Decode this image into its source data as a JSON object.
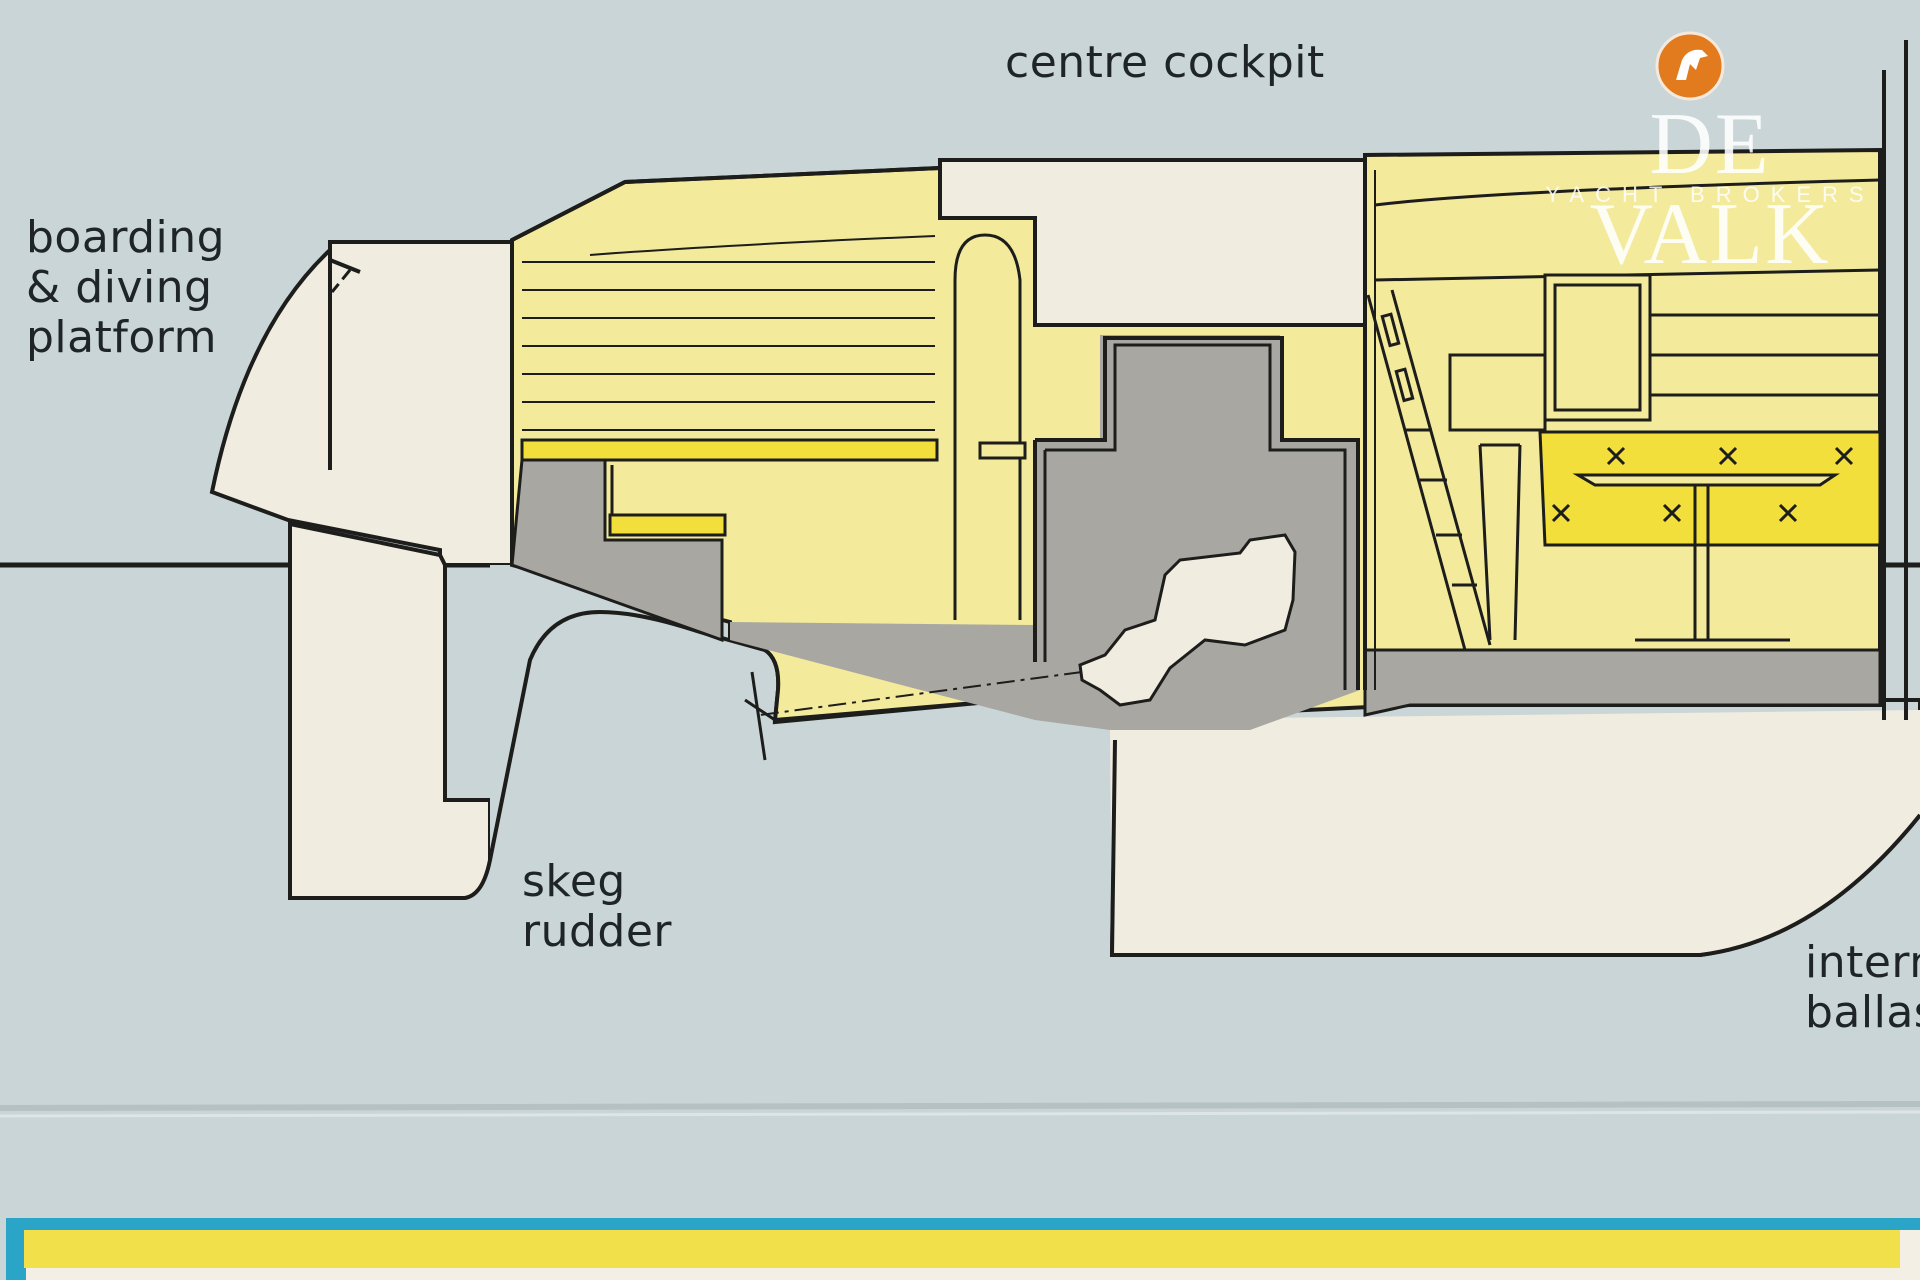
{
  "labels": {
    "boarding": [
      "boarding",
      "& diving",
      "platform"
    ],
    "cockpit": "centre cockpit",
    "skeg": [
      "skeg",
      "rudder"
    ],
    "ballast": [
      "intern",
      "ballas"
    ]
  },
  "watermark": {
    "name": "DE VALK",
    "subtitle": "YACHT BROKERS",
    "logo_icon": "horse-head-logo-icon"
  },
  "colors": {
    "background": "#c9d5d6",
    "hull_cream": "#f1ece0",
    "interior_yellow": "#f3ea9c",
    "bright_yellow": "#f2df3c",
    "engine_grey": "#a8a7a2",
    "logo_orange": "#e27a1e",
    "outline": "#1d1d1b",
    "band_blue": "#2aa5c8"
  }
}
